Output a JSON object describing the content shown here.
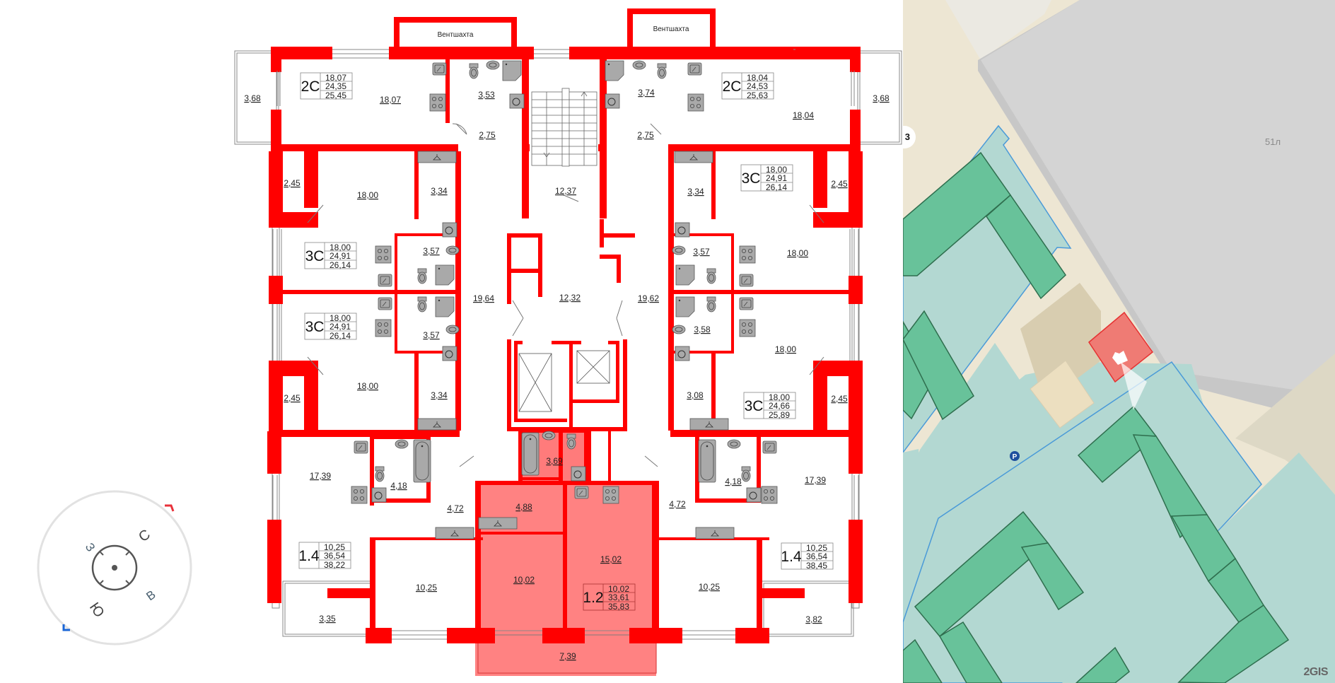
{
  "plan": {
    "vent_shaft_label": "Вентшахта",
    "stair_hall_areas": [
      "12,37",
      "12,32"
    ],
    "corridor_areas": {
      "left": "19,64",
      "right": "19,62"
    },
    "units": [
      {
        "id": "top-left-2C",
        "type": "2С",
        "living": "18,07",
        "total": "24,35",
        "total_with_balcony": "25,45",
        "rooms": {
          "main": "18,07",
          "bath": "3,53",
          "hall": "2,75",
          "balcony": "3,68"
        }
      },
      {
        "id": "top-right-2C",
        "type": "2С",
        "living": "18,04",
        "total": "24,53",
        "total_with_balcony": "25,63",
        "rooms": {
          "main": "18,04",
          "bath": "3,74",
          "hall": "2,75",
          "balcony": "3,68"
        }
      },
      {
        "id": "left-upper-3C",
        "type": "3С",
        "living": "18,00",
        "total": "24,91",
        "total_with_balcony": "26,14",
        "rooms": {
          "main": "18,00",
          "bath": "3,57",
          "hall": "3,34",
          "balcony": "2,45"
        }
      },
      {
        "id": "left-lower-3C",
        "type": "3С",
        "living": "18,00",
        "total": "24,91",
        "total_with_balcony": "26,14",
        "rooms": {
          "main": "18,00",
          "bath": "3,57",
          "hall": "3,34",
          "balcony": "2,45"
        }
      },
      {
        "id": "right-upper-3C",
        "type": "3С",
        "living": "18,00",
        "total": "24,91",
        "total_with_balcony": "26,14",
        "rooms": {
          "main": "18,00",
          "bath": "3,57",
          "hall": "3,34",
          "balcony": "2,45"
        }
      },
      {
        "id": "right-lower-3C",
        "type": "3С",
        "living": "18,00",
        "total": "24,66",
        "total_with_balcony": "25,89",
        "rooms": {
          "main": "18,00",
          "bath": "3,58",
          "hall": "3,08",
          "balcony": "2,45"
        }
      },
      {
        "id": "bottom-left-1.4",
        "type": "1.4",
        "living": "10,25",
        "total": "36,54",
        "total_with_balcony": "38,22",
        "rooms": {
          "kitchen": "17,39",
          "bath": "4,18",
          "hall": "4,72",
          "bedroom": "10,25",
          "balcony": "3,35"
        }
      },
      {
        "id": "bottom-right-1.4",
        "type": "1.4",
        "living": "10,25",
        "total": "36,54",
        "total_with_balcony": "38,45",
        "rooms": {
          "kitchen": "17,39",
          "bath": "4,18",
          "hall": "4,72",
          "bedroom": "10,25",
          "balcony": "3,82"
        }
      },
      {
        "id": "center-1.2-selected",
        "type": "1.2",
        "living": "10,02",
        "total": "33,61",
        "total_with_balcony": "35,83",
        "selected": true,
        "rooms": {
          "kitchen": "15,02",
          "bath": "3,69",
          "hall": "4,88",
          "bedroom": "10,02",
          "balcony": "7,39"
        }
      }
    ],
    "colors": {
      "wall": "#ff0000",
      "selected_fill": "#ff7b7b",
      "fixture": "#a9a9a9"
    }
  },
  "compass": {
    "north": "С",
    "east": "В",
    "south": "Ю",
    "west": "З",
    "north_marker_color": "#e8313a",
    "south_marker_color": "#1a66d6"
  },
  "map": {
    "building_label": "51л",
    "badge_text": "3",
    "logo": "2GIS",
    "parking_icon": "P",
    "colors": {
      "ground": "#ede6d3",
      "grey_building": "#d4d4d4",
      "courtyard": "#b3d8d2",
      "green_building": "#68c29a",
      "selected_building": "#ef7b74",
      "boundary": "#4a9ad8"
    }
  }
}
